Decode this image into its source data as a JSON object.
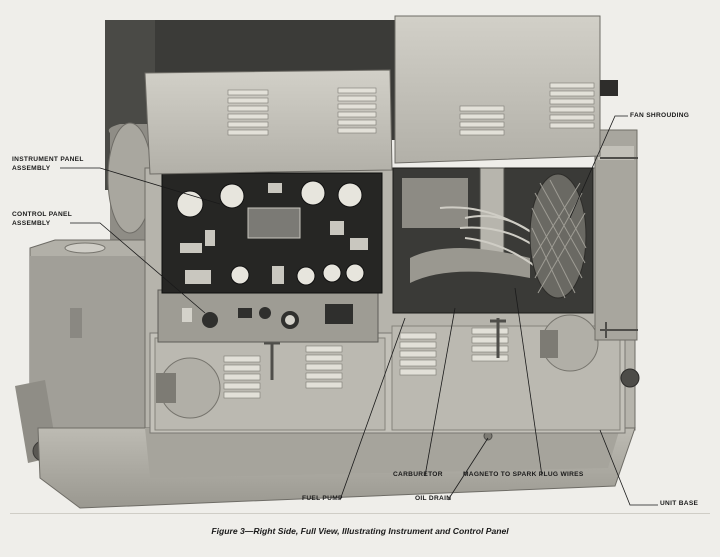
{
  "callouts": {
    "instrument_panel": "INSTRUMENT PANEL",
    "instrument_panel_2": "ASSEMBLY",
    "control_panel": "CONTROL PANEL",
    "control_panel_2": "ASSEMBLY",
    "fan_shrouding": "FAN SHROUDING",
    "carburetor": "CARBURETOR",
    "magneto": "MAGNETO TO SPARK PLUG WIRES",
    "fuel_pump": "FUEL PUMP",
    "oil_drain": "OIL DRAIN",
    "unit_base": "UNIT BASE"
  },
  "caption": "Figure 3—Right Side, Full View, Illustrating Instrument and Control Panel",
  "colors": {
    "paper": "#efeeea",
    "metal_light": "#c9c7bf",
    "metal_mid": "#a7a59d",
    "dark_panel": "#262624",
    "shadow": "#3d3d3a"
  }
}
